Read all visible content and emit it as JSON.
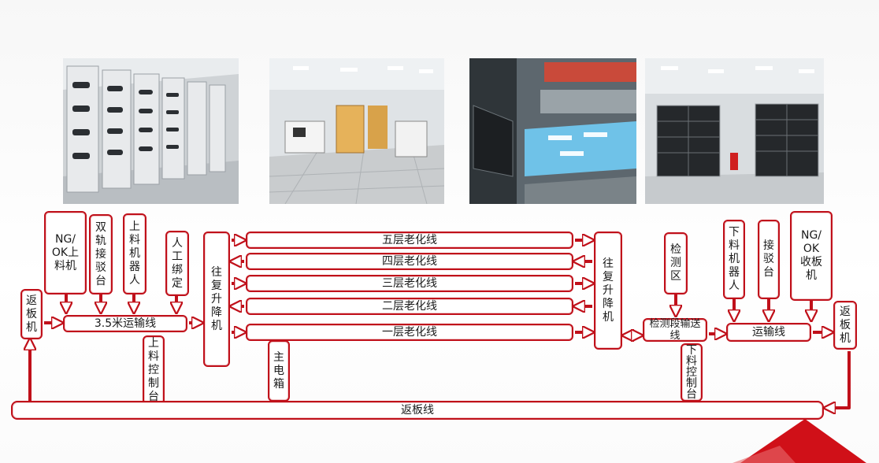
{
  "photos": [
    {
      "name": "aging-cabinet-photo"
    },
    {
      "name": "lab-floor-photo"
    },
    {
      "name": "internal-conveyor-photo"
    },
    {
      "name": "cleanroom-racks-photo"
    }
  ],
  "boxes": {
    "ng_ok_load": "NG/OK上料机",
    "dual_rail": "双轨接驳台",
    "load_robot": "上料机器人",
    "manual_bind": "人工绑定",
    "return_left": "返板机",
    "conveyor_35m": "3.5米运输线",
    "load_console": "上料控制台",
    "lift_left": "往复升降机",
    "main_box": "主电箱",
    "line5": "五层老化线",
    "line4": "四层老化线",
    "line3": "三层老化线",
    "line2": "二层老化线",
    "line1": "一层老化线",
    "lift_right": "往复升降机",
    "inspect_area": "检测区",
    "inspect_line": "检测段输送线",
    "unload_console": "下料控制台",
    "unload_robot": "下料机器人",
    "dock_table": "接驳台",
    "ng_ok_collect": "NG/OK收板机",
    "conveyor_right": "运输线",
    "return_right": "返板机",
    "return_line": "返板线"
  },
  "colors": {
    "accent": "#c0101a",
    "bottom_deco": "#d01018"
  }
}
